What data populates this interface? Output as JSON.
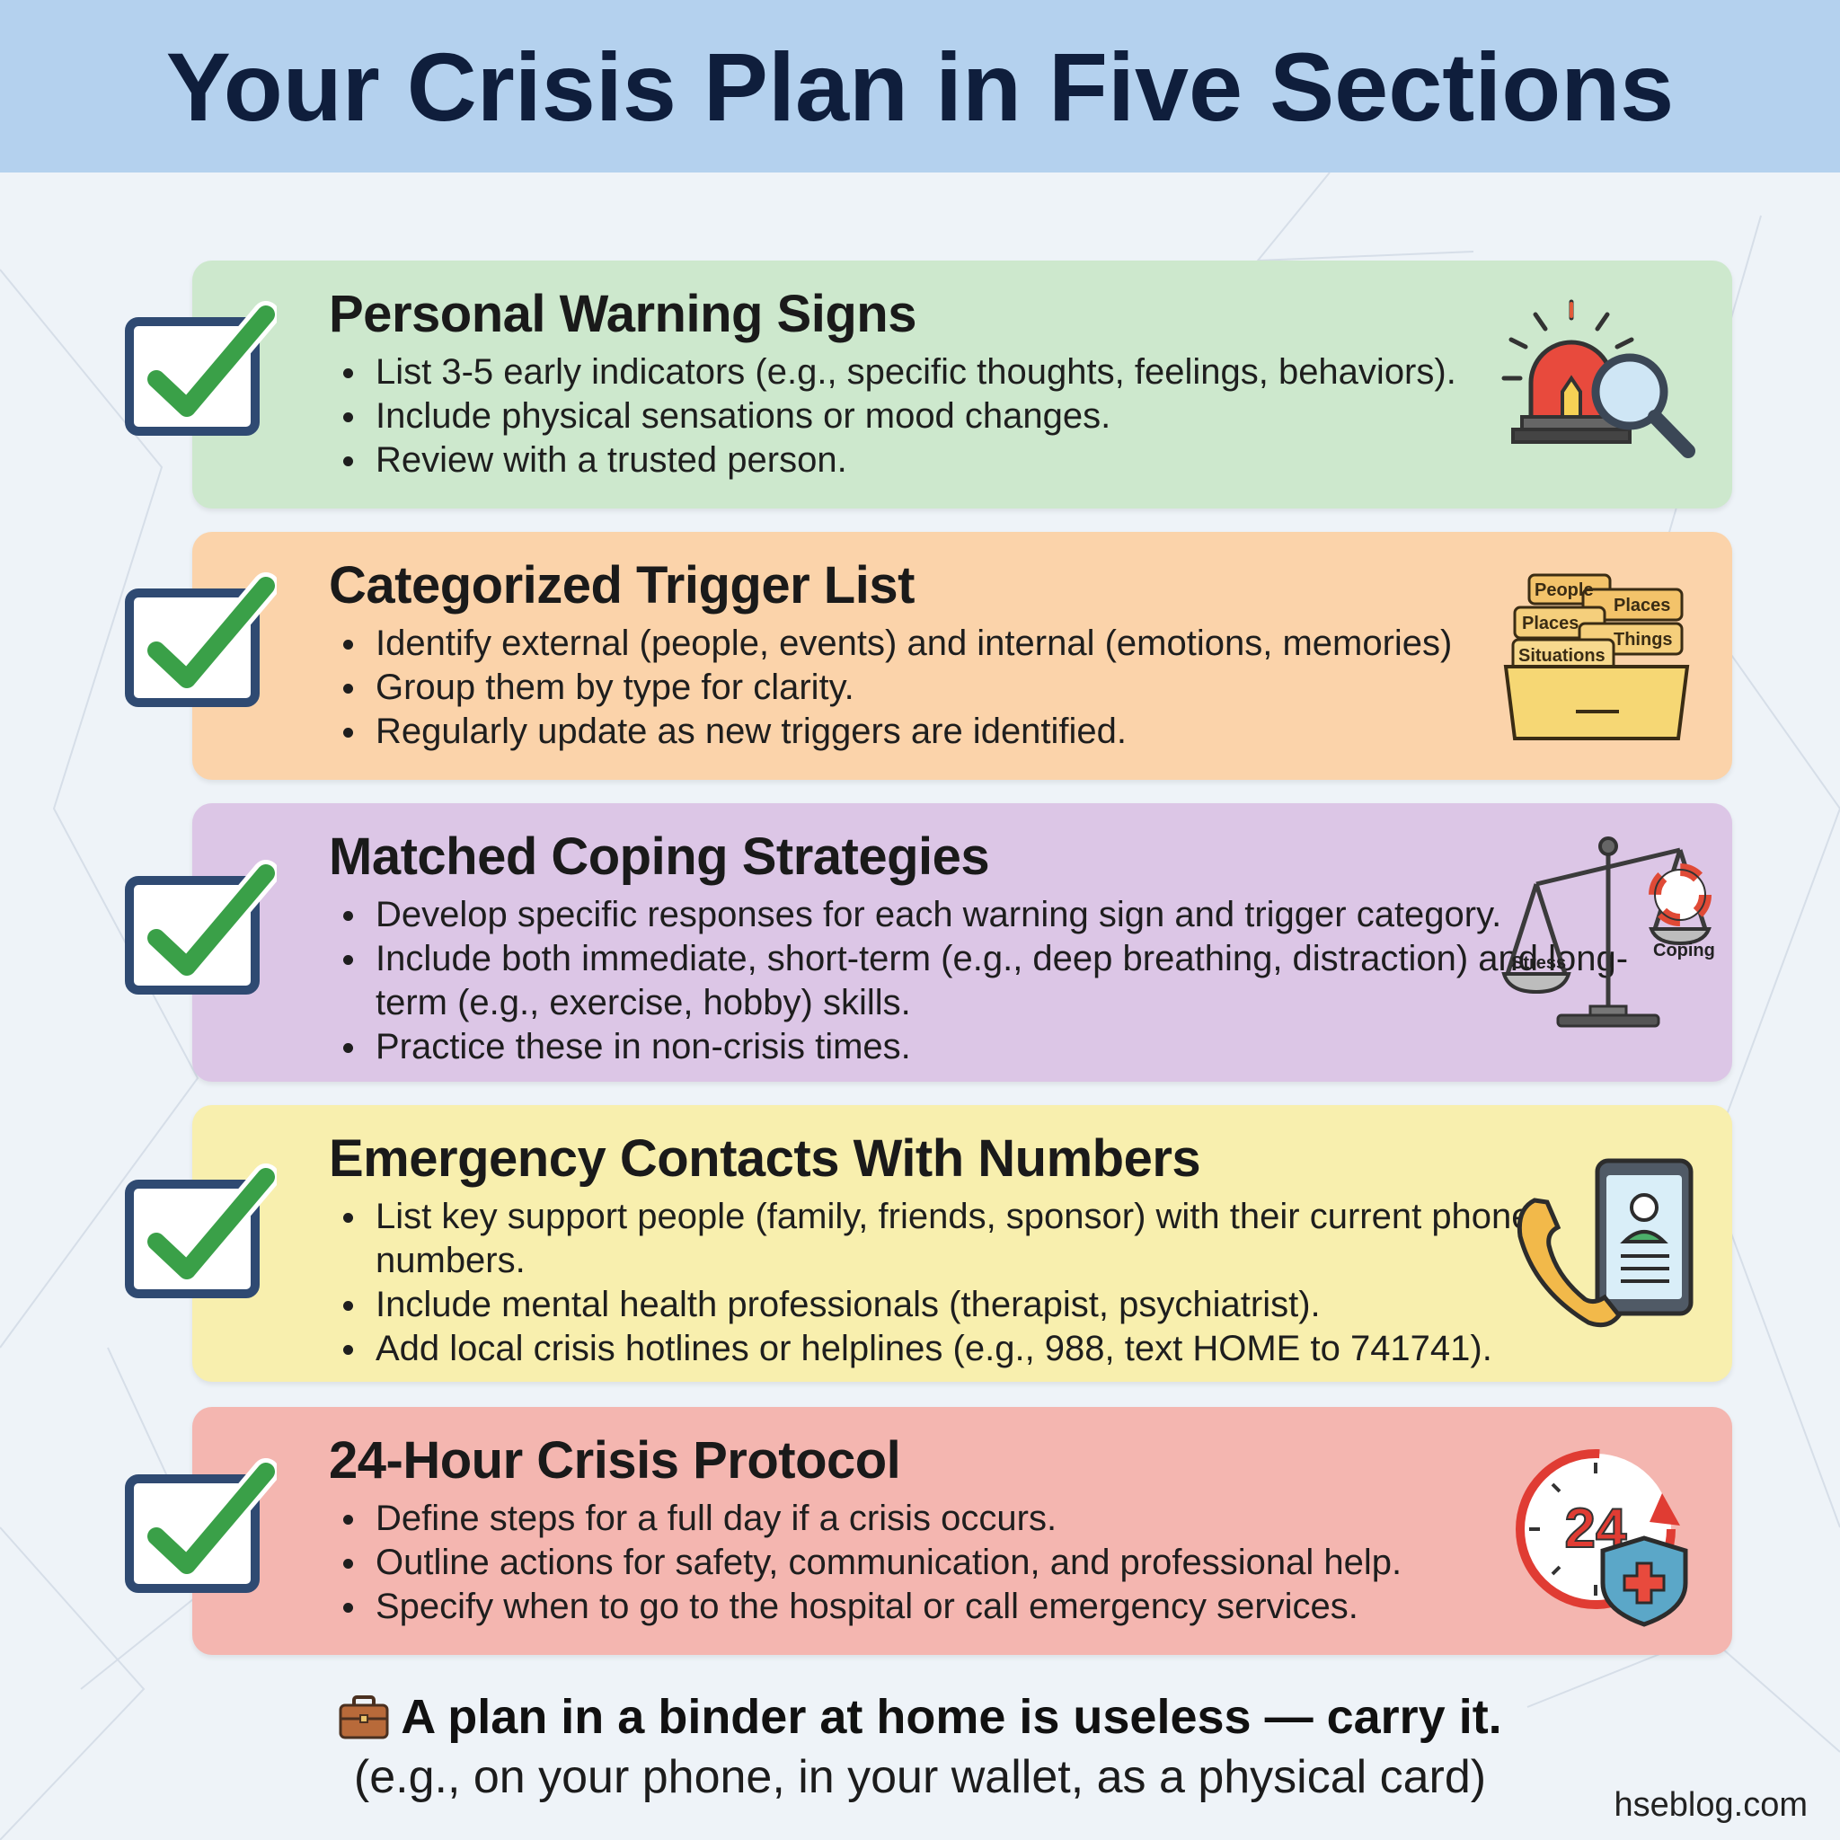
{
  "title": "Your Crisis Plan in Five Sections",
  "sections": [
    {
      "title": "Personal Warning Signs",
      "bg": "#cde8cd",
      "icon": "alarm-magnifier-icon",
      "bullets": [
        "List 3-5 early indicators (e.g., specific thoughts, feelings, behaviors).",
        "Include physical sensations or mood changes.",
        "Review with a trusted person."
      ]
    },
    {
      "title": "Categorized Trigger List",
      "bg": "#fbd3aa",
      "icon": "folder-tabs-icon",
      "folder_tabs": [
        "People",
        "Places",
        "Places",
        "Things",
        "Situations"
      ],
      "bullets": [
        "Identify external (people, events) and internal (emotions, memories)",
        "Group them by type for clarity.",
        "Regularly update as new triggers are identified."
      ]
    },
    {
      "title": "Matched Coping Strategies",
      "bg": "#dcc6e6",
      "icon": "balance-scale-icon",
      "scale_labels": [
        "Stress",
        "Coping"
      ],
      "bullets": [
        "Develop specific responses for each warning sign and trigger category.",
        "Include both immediate, short-term (e.g., deep breathing, distraction) and long-term (e.g., exercise, hobby) skills.",
        "Practice these in non-crisis times."
      ]
    },
    {
      "title": "Emergency Contacts With Numbers",
      "bg": "#f8efae",
      "icon": "phone-contact-icon",
      "bullets": [
        "List key support people (family, friends, sponsor) with their current phone numbers.",
        "Include mental health professionals (therapist, psychiatrist).",
        "Add local crisis hotlines or helplines (e.g., 988, text HOME to 741741)."
      ]
    },
    {
      "title": "24-Hour Crisis Protocol",
      "bg": "#f4b6b0",
      "icon": "24-hour-clock-shield-icon",
      "clock_label": "24",
      "bullets": [
        "Define steps for a full day if a crisis occurs.",
        "Outline actions for safety, communication, and professional help.",
        "Specify when to go to the hospital or call emergency services."
      ]
    }
  ],
  "footer": {
    "icon": "briefcase-icon",
    "main": "A plan in a binder at home is useless — carry it.",
    "sub": "(e.g., on your phone, in your wallet, as a physical card)"
  },
  "site": "hseblog.com",
  "colors": {
    "header_bg": "#b4d1ee",
    "title": "#0f1e3c",
    "check_green": "#3aa048",
    "check_box": "#2f4a72"
  }
}
